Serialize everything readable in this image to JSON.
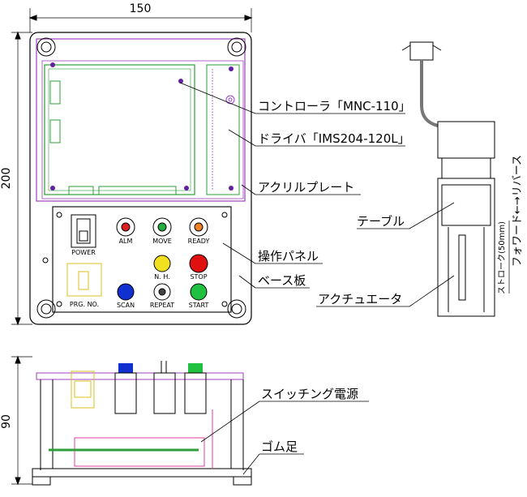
{
  "dimensions": {
    "width": "150",
    "height": "200",
    "depth": "90"
  },
  "callouts": {
    "controller": "コントローラ「MNC-110」",
    "driver": "ドライバ「IMS204-120L」",
    "acrylic_plate": "アクリルプレート",
    "control_panel": "操作パネル",
    "base_plate": "ベース板",
    "switching_power": "スイッチング電源",
    "rubber_feet": "ゴム足",
    "table": "テーブル",
    "actuator": "アクチュエータ"
  },
  "actuator_side": {
    "stroke": "ストローク(50mm)",
    "direction": "フォワード←→リバース"
  },
  "panel_labels": {
    "power": "POWER",
    "prg_no": "PRG. NO.",
    "alm": "ALM",
    "move": "MOVE",
    "ready": "READY",
    "nh": "N. H.",
    "stop": "STOP",
    "scan": "SCAN",
    "repeat": "REPEAT",
    "start": "START"
  },
  "colors": {
    "outline": "#000000",
    "board": "#2e9e3a",
    "acrylic": "#a040c0",
    "cable": "#e040a0",
    "indicator_red": "#e02020",
    "indicator_green": "#20b040",
    "indicator_orange": "#f08020",
    "button_yellow": "#f0e020",
    "button_red": "#e01010",
    "button_blue": "#1030d0",
    "button_green": "#20c040",
    "switch_yellow": "#d8c020"
  }
}
